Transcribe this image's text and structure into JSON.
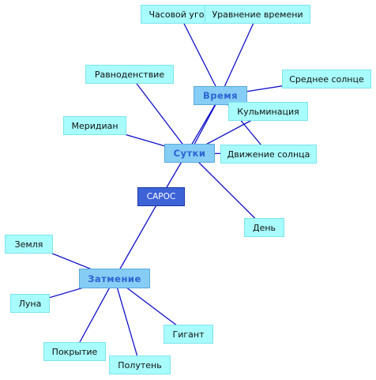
{
  "diagram": {
    "colors": {
      "edge": "#1010c8",
      "leaf": "#a8fcfc",
      "hub": "#85cdf5",
      "root": "#3d63d6"
    },
    "nodes": {
      "root": "САРОС",
      "sutki": "Сутки",
      "vremya": "Время",
      "zatmenie": "Затмение",
      "chasovoy_ugol": "Часовой угол",
      "uravnenie_vremeni": "Уравнение времени",
      "ravnodenstvie": "Равноденствие",
      "srednee_solnce": "Среднее солнце",
      "kulminaciya": "Кульминация",
      "meridian": "Меридиан",
      "dvizhenie_solnca": "Движение солнца",
      "den": "День",
      "zemlya": "Земля",
      "luna": "Луна",
      "pokrytie": "Покрытие",
      "poluten": "Полутень",
      "gigant": "Гигант"
    },
    "edges": [
      [
        "root",
        "zatmenie"
      ],
      [
        "root",
        "vremya"
      ],
      [
        "sutki",
        "vremya"
      ],
      [
        "sutki",
        "ravnodenstvie"
      ],
      [
        "sutki",
        "meridian"
      ],
      [
        "sutki",
        "dvizhenie_solnca"
      ],
      [
        "sutki",
        "den"
      ],
      [
        "sutki",
        "kulminaciya"
      ],
      [
        "vremya",
        "chasovoy_ugol"
      ],
      [
        "vremya",
        "uravnenie_vremeni"
      ],
      [
        "vremya",
        "srednee_solnce"
      ],
      [
        "vremya",
        "dvizhenie_solnca"
      ],
      [
        "zatmenie",
        "zemlya"
      ],
      [
        "zatmenie",
        "luna"
      ],
      [
        "zatmenie",
        "pokrytie"
      ],
      [
        "zatmenie",
        "poluten"
      ],
      [
        "zatmenie",
        "gigant"
      ]
    ]
  }
}
